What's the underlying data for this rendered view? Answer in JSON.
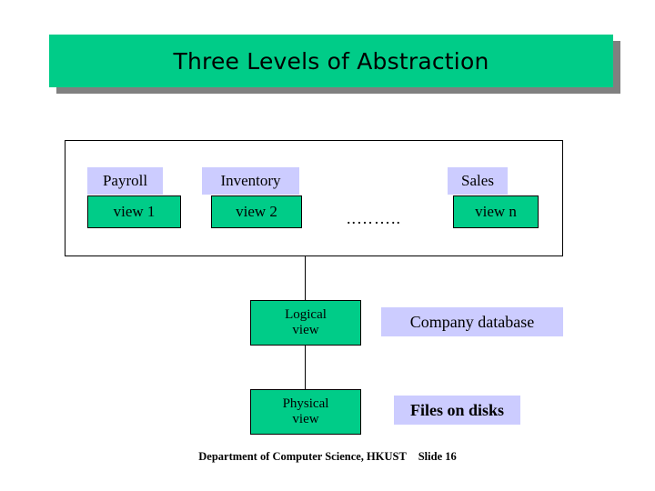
{
  "slide": {
    "title": "Three Levels of Abstraction",
    "title_band_color": "#00cc88",
    "title_shadow_color": "#808080",
    "box_color": "#00cc88",
    "label_color": "#ccccff"
  },
  "external_views": [
    {
      "label": "Payroll",
      "box": "view 1"
    },
    {
      "label": "Inventory",
      "box": "view 2"
    },
    {
      "label": "Sales",
      "box": "view n"
    }
  ],
  "ellipsis": "..……..",
  "levels": [
    {
      "line1": "Logical",
      "line2": "view",
      "note": "Company database"
    },
    {
      "line1": "Physical",
      "line2": "view",
      "note": "Files on disks"
    }
  ],
  "footer": {
    "text": "Department of Computer Science, HKUST",
    "slide_number": "Slide 16"
  }
}
